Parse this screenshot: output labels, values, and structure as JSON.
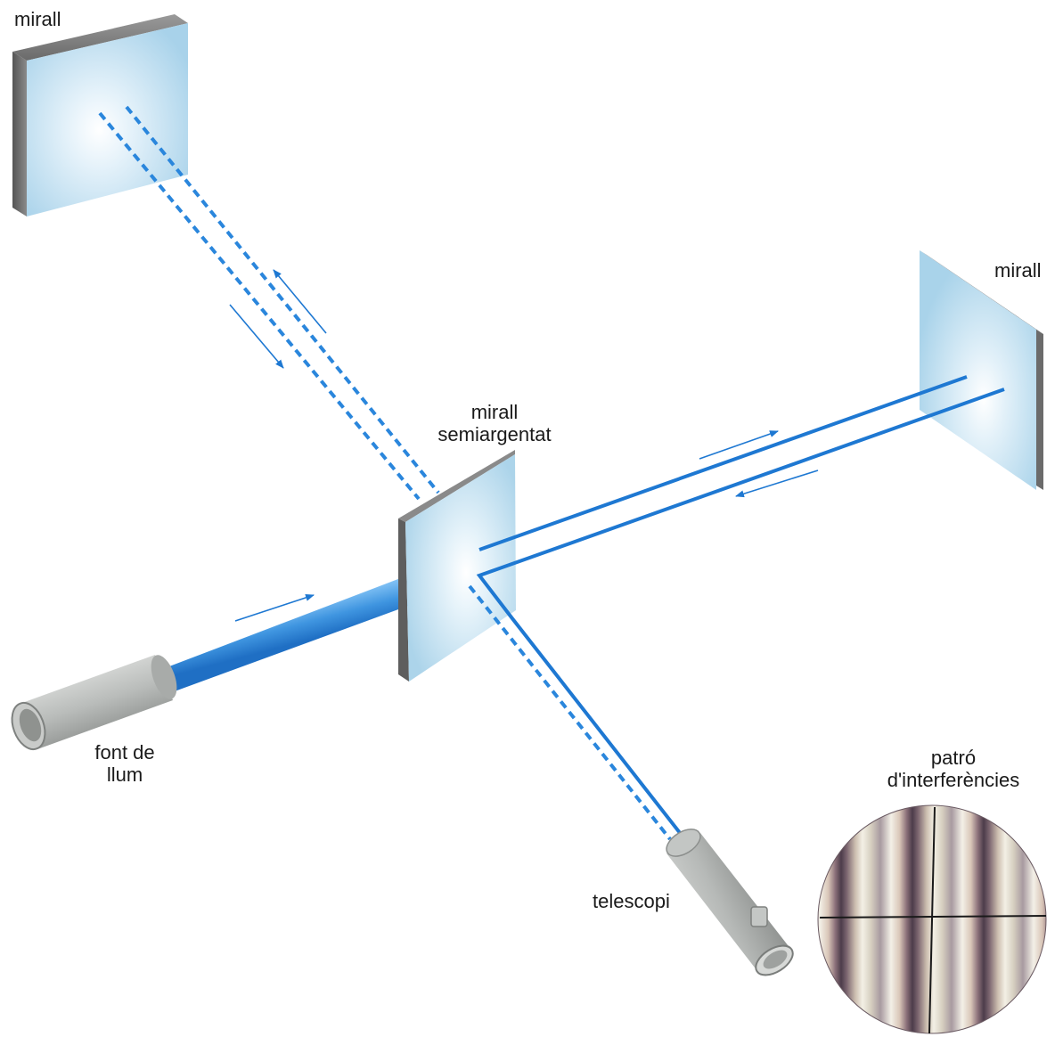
{
  "labels": {
    "mirror_top": "mirall",
    "mirror_right": "mirall",
    "beam_splitter_line1": "mirall",
    "beam_splitter_line2": "semiargentat",
    "light_source_line1": "font de",
    "light_source_line2": "llum",
    "telescope": "telescopi",
    "pattern_line1": "patró",
    "pattern_line2": "d'interferències"
  },
  "colors": {
    "beam": "#1e78d2",
    "beam_light": "#5aa8ee",
    "mirror_face": "#b9dcef",
    "mirror_edge": "#6e6e6e",
    "tube": "#b7bab8",
    "fringe_dark": "#5a4a55",
    "fringe_light": "#f2efe6"
  }
}
